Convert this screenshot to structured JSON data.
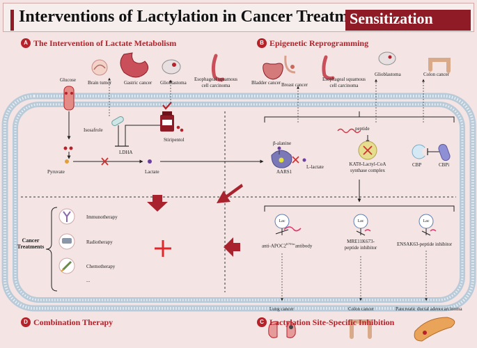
{
  "title": {
    "main": "Interventions of Lactylation in Cancer Treatment",
    "highlight": "Sensitization"
  },
  "sections": {
    "a": {
      "badge": "A",
      "title": "The Intervention of Lactate Metabolism"
    },
    "b": {
      "badge": "B",
      "title": "Epigenetic Reprogramming"
    },
    "c": {
      "badge": "C",
      "title": "Lactylation Site-Specific Inhibition"
    },
    "d": {
      "badge": "D",
      "title": "Combination Therapy"
    }
  },
  "organs_a": {
    "brain": "Brain tumor",
    "gastric": "Gastric cancer",
    "glioblastoma": "Glioblastoma",
    "esophageal_1": "Esophageal squamous",
    "esophageal_2": "cell carcinoma"
  },
  "organs_b": {
    "bladder": "Bladder cancer",
    "breast": "Breast cancer",
    "esophageal_1": "Esophageal squamous",
    "esophageal_2": "cell carcinoma",
    "glioblastoma": "Glioblastoma",
    "colon": "Colon cancer"
  },
  "metabolism": {
    "glucose": "Glucose",
    "pyruvate": "Pyruvate",
    "lactate": "Lactate",
    "ldha": "LDHA",
    "isosafrole": "Isosafrole",
    "stiripentol": "Stiripentol"
  },
  "epigenetic": {
    "peptide": "peptide",
    "beta_alanine": "β-alanine",
    "l_lactate": "L-lactate",
    "aars1": "AARS1",
    "kat8_1": "KAT8-Lactyl-CoA",
    "kat8_2": "synthase complex",
    "cbp": "CBP",
    "cbpi": "CBPi"
  },
  "therapy": {
    "header_1": "Cancer",
    "header_2": "Treatments",
    "immunotherapy": "Immunotherapy",
    "radiotherapy": "Radiotherapy",
    "chemotherapy": "Chemotherapy",
    "more": "..."
  },
  "site_specific": {
    "lac": "Lac",
    "anti_apoc_main": "anti-APOC2",
    "anti_apoc_sup": "K70-lac",
    "anti_apoc_tail": "antibody",
    "mre11_1": "MRE11K673-",
    "mre11_2": "peptide inhibitor",
    "ensak": "ENSAK63-peptide inhibitor",
    "lung": "Lung cancer",
    "colon": "Colon cancer",
    "pancreatic": "Pancreatic ductal adenocarcinoma"
  },
  "colors": {
    "accent": "#b5222a",
    "dark_red": "#8e1b25",
    "membrane": "#b9cbd9",
    "background": "#f4e4e4"
  }
}
